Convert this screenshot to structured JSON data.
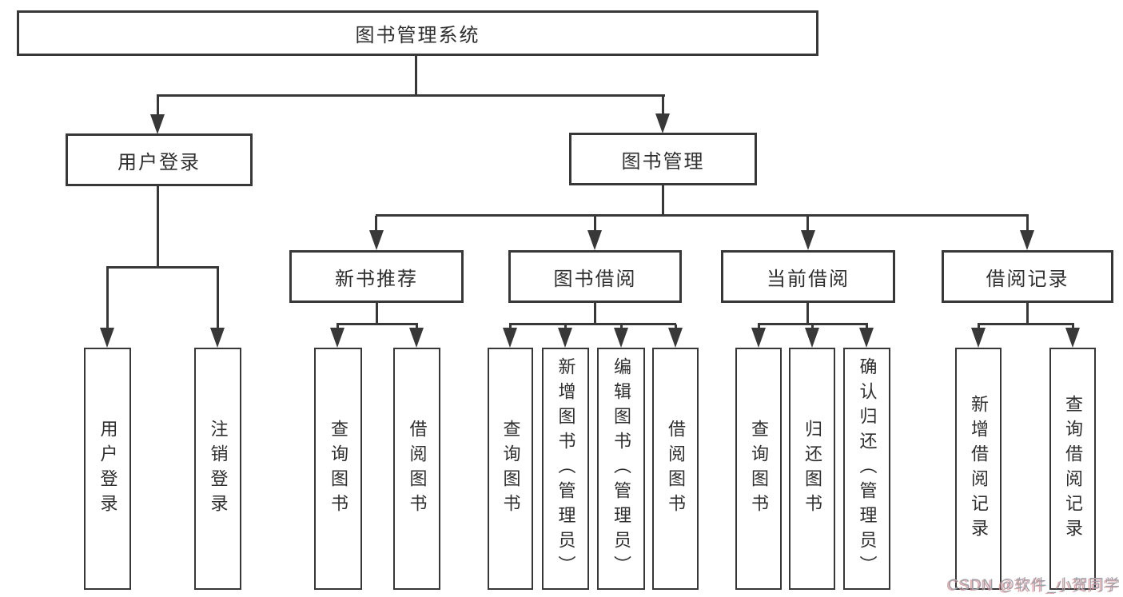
{
  "diagram": {
    "root_label": "图书管理系统",
    "branches": [
      {
        "label": "用户登录",
        "children": [
          {
            "label": "用户登录"
          },
          {
            "label": "注销登录"
          }
        ]
      },
      {
        "label": "图书管理",
        "children": [
          {
            "label": "新书推荐",
            "children": [
              {
                "label": "查询图书"
              },
              {
                "label": "借阅图书"
              }
            ]
          },
          {
            "label": "图书借阅",
            "children": [
              {
                "label": "查询图书"
              },
              {
                "label": "新增图书（管理员）"
              },
              {
                "label": "编辑图书（管理员）"
              },
              {
                "label": "借阅图书"
              }
            ]
          },
          {
            "label": "当前借阅",
            "children": [
              {
                "label": "查询图书"
              },
              {
                "label": "归还图书"
              },
              {
                "label": "确认归还（管理员）"
              }
            ]
          },
          {
            "label": "借阅记录",
            "children": [
              {
                "label": "新增借阅记录"
              },
              {
                "label": "查询借阅记录"
              }
            ]
          }
        ]
      }
    ],
    "watermark": "CSDN @软件_小贺同学",
    "colors": {
      "line": "#383838",
      "text": "#2f2f2f",
      "watermark_text": "#9ba1ab",
      "watermark_shadow": "#de8c8c",
      "background": "#ffffff"
    }
  }
}
